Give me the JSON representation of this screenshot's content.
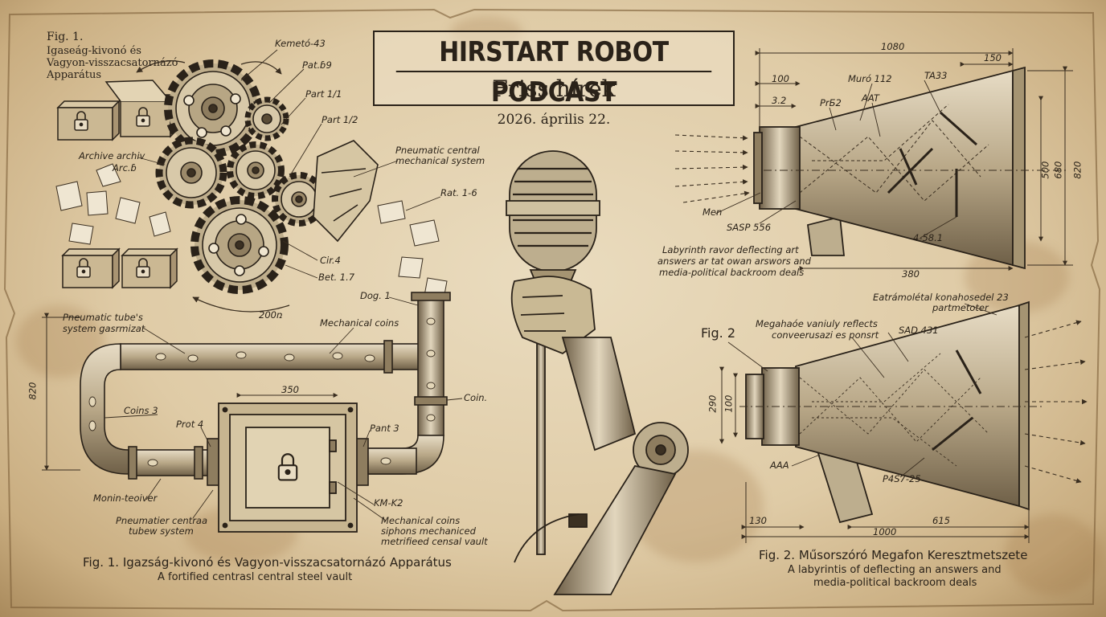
{
  "header": {
    "title": "HIRSTART ROBOT PODCAST",
    "subtitle": "Friss hírek",
    "date": "2026. április 22."
  },
  "fig1": {
    "heading": [
      "Fig. 1.",
      "Igaseág-kivonó és",
      "Vagyon-visszacsatornázó",
      "Apparátus"
    ],
    "labels": {
      "kemeto": "Kemetó-43",
      "part69": "Pat.ɓ9",
      "part11": "Part 1/1",
      "part12": "Part 1/2",
      "archive": "Archive archiv",
      "arc": "Arc.ɓ",
      "pneumatic_central": [
        "Pneumatic central",
        "mechanical  system"
      ],
      "rat16": "Rat. 1-6",
      "cir4": "Cir.4",
      "bet17": "Bet. 1.7",
      "deg1": "Dog. 1",
      "rot200": "200ռ",
      "tube": [
        "Pneumatic tube's",
        "system gasrmizat"
      ],
      "mech_coins_top": "Mechanical coins",
      "coin_right": "Coin.",
      "coins3": "Coins 3",
      "prot4": "Prot 4",
      "dim350": "350",
      "part3": "Pant 3",
      "dim820": "820",
      "monin": "Monin-teoiver",
      "pneumatic_tube_system": [
        "Pneumatier centraa",
        "tubew system"
      ],
      "km_k2": "KM-K2",
      "mech_coins_bottom": [
        "Mechanical coins",
        "siphons mechaniced",
        "metrifieed censal vault"
      ]
    },
    "caption": "Fig. 1. Igazság-kivonó és Vagyon-visszacsatornázó Apparátus",
    "subcaption": "A fortified centrasl central steel vault"
  },
  "fig2": {
    "top_labels": {
      "dim1080": "1080",
      "dim150": "150",
      "dim100": "100",
      "muro": "Muró 112",
      "ta33": "TA33",
      "dim32": "3.2",
      "pb2": "PrБ2",
      "aat": "AAT",
      "dim500": "500",
      "dim680": "680",
      "dim820": "820",
      "men": "Men",
      "sasp": "SASP 556",
      "ref4581": "4-58.1",
      "labyrinth": [
        "Labyrinth ravor deflecting art",
        "answers ar tat owan arswors and",
        "media-political backroom deals"
      ],
      "dim380": "380"
    },
    "bottom_labels": {
      "fig2": "Fig. 2",
      "extra": [
        "Eatrámolétal konahosedel 23",
        "partmetoter"
      ],
      "megahade": [
        "Megahaóe vaniuly reflects",
        "conveerusazi es ponsrt"
      ],
      "sad431": "SAD 431",
      "dim290": "290",
      "dim100b": "100",
      "aaa": "AAA",
      "p4s725": "P4S7-25",
      "dim130": "130",
      "dim615": "615",
      "dim1000": "1000"
    },
    "caption": "Fig. 2. Műsorszóró Megafon Keresztmetszete",
    "subcaption": [
      "A labyrintis of deflecting an answers and",
      "media-political backroom deals"
    ]
  },
  "icons": [
    "gear-icon",
    "padlock-icon",
    "microphone-icon",
    "robot-arm-icon",
    "megaphone-icon",
    "vault-icon",
    "coin-icon"
  ]
}
